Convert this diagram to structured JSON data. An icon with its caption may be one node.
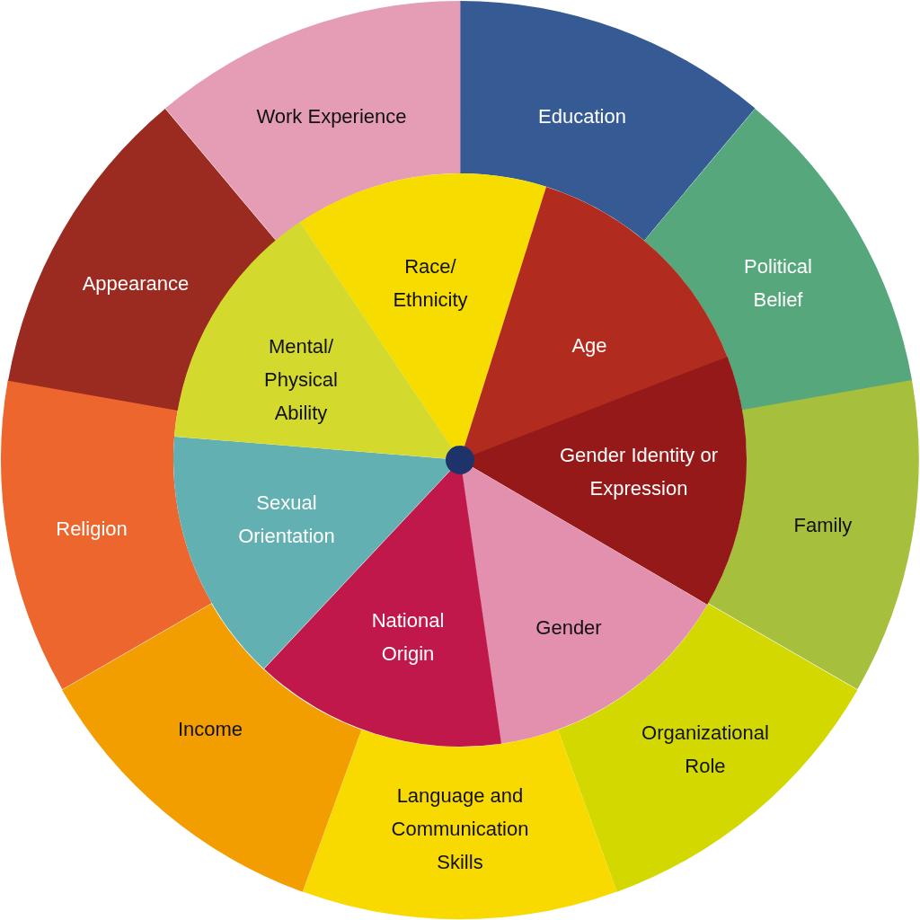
{
  "diagram": {
    "nodes": [
      {
        "text": [
          "Education"
        ]
      },
      {
        "text": [
          "Political Belief"
        ]
      },
      {
        "text": [
          "Family"
        ]
      },
      {
        "text": [
          "Organizational Role"
        ]
      },
      {
        "text": [
          "Language and Communication Skills"
        ]
      },
      {
        "text": [
          "Income"
        ]
      },
      {
        "text": [
          "Religion"
        ]
      },
      {
        "text": [
          "Appearance"
        ]
      },
      {
        "text": [
          "Work Experience"
        ]
      },
      {
        "text": [
          "Race/ Ethnicity"
        ]
      },
      {
        "text": [
          "Age"
        ]
      },
      {
        "text": [
          "Gender Identity or Expression"
        ]
      },
      {
        "text": [
          "Gender"
        ]
      },
      {
        "text": [
          "National Origin"
        ]
      },
      {
        "text": [
          "Sexual Orientation"
        ]
      },
      {
        "text": [
          "Mental/ Physical Ability"
        ]
      },
      {
        "text": [],
        "shape": "circle"
      }
    ]
  }
}
